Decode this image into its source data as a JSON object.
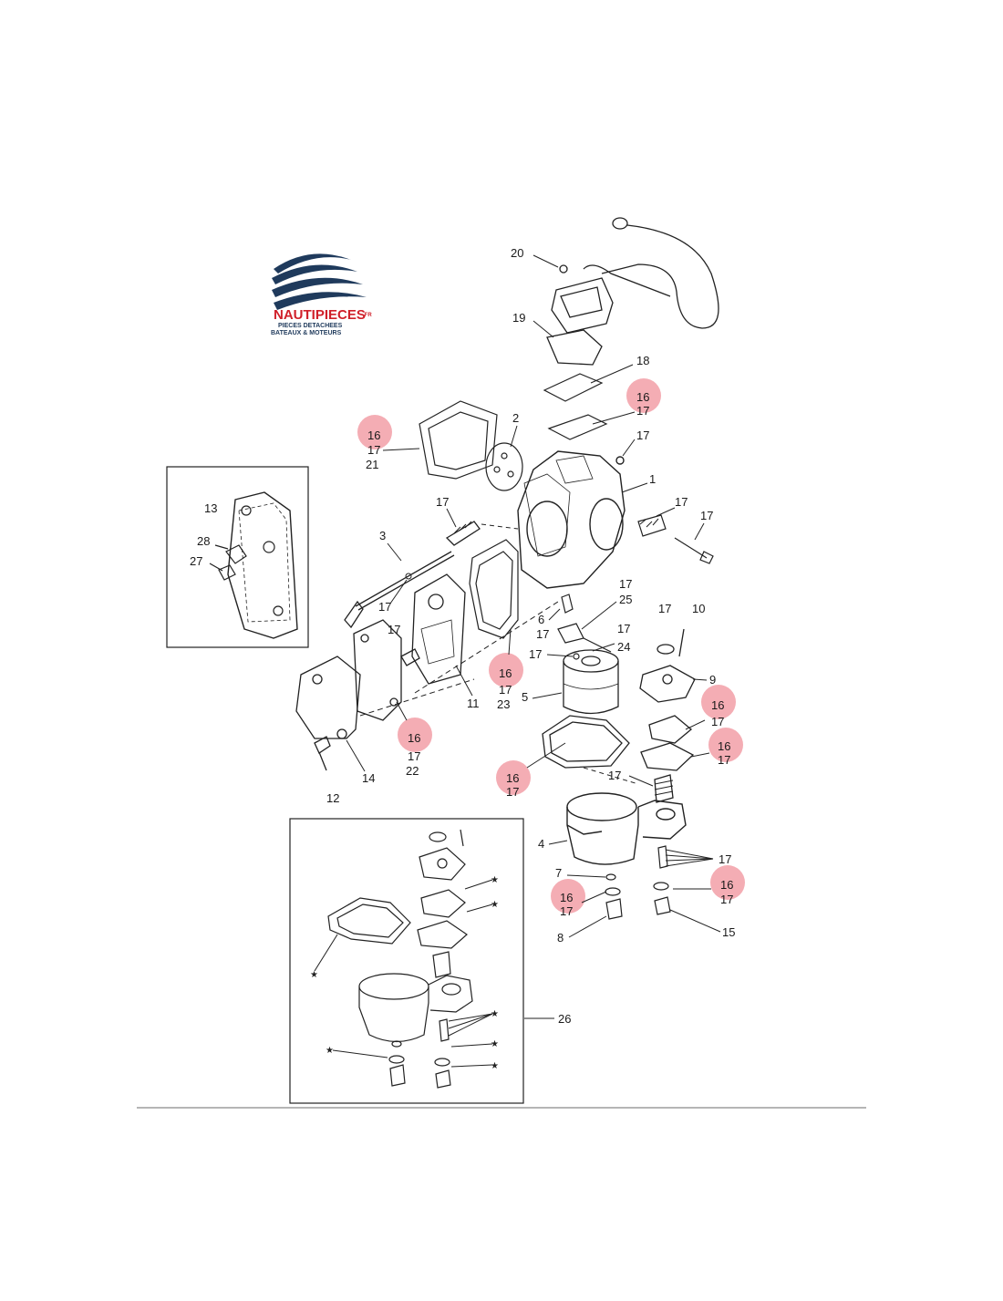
{
  "brand": {
    "name": "NAUTIPIECES",
    "suffix": ".FR",
    "tagline_1": "PIECES DETACHEES",
    "tagline_2": "BATEAUX & MOTEURS",
    "color_navy": "#1f3a5c",
    "color_red": "#d0202a"
  },
  "highlight_color": "#f08a94",
  "part_labels": {
    "p20": "20",
    "p19": "19",
    "p18": "18",
    "p16a_1": "16",
    "p16a_2": "17",
    "p16b_1": "16",
    "p16b_2": "17",
    "p16b_3": "21",
    "p2": "2",
    "p17_top": "17",
    "p1": "1",
    "p17_lever": "17",
    "p17_rightA": "17",
    "p17_rightB": "17",
    "p3": "3",
    "p17_mid": "17",
    "p17_25": "17",
    "p25": "25",
    "p6": "6",
    "p17_6": "17",
    "p17_24": "17",
    "p24": "24",
    "p17_23dot": "17",
    "p16c_1": "16",
    "p16c_2": "17",
    "p16c_3": "23",
    "p17_screw": "17",
    "p11": "11",
    "p5": "5",
    "p17_10": "17",
    "p10": "10",
    "p9": "9",
    "p16d_1": "16",
    "p16d_2": "17",
    "p16e_1": "16",
    "p16e_2": "17",
    "p16f_1": "16",
    "p16f_2": "17",
    "p16f_3": "22",
    "p16g_1": "16",
    "p16g_2": "17",
    "p14": "14",
    "p12": "12",
    "p17_spring": "17",
    "p4": "4",
    "p7": "7",
    "p16h_1": "16",
    "p16h_2": "17",
    "p8": "8",
    "p17_group": "17",
    "p16i_1": "16",
    "p16i_2": "17",
    "p15": "15",
    "p26": "26",
    "inset_13": "13",
    "inset_28": "28",
    "inset_27": "27"
  }
}
